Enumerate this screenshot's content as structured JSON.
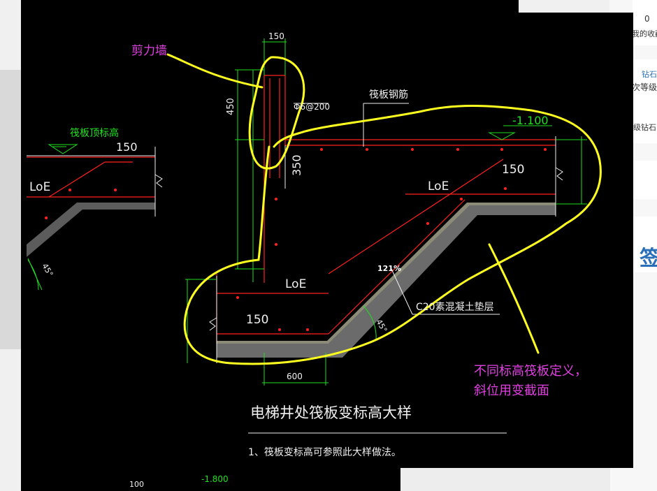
{
  "annotations": {
    "shear_wall": "剪力墙",
    "note_line1": "不同标高筏板定义，",
    "note_line2": "斜位用变截面"
  },
  "drawing": {
    "title": "电梯井处筏板变标高大样",
    "note": "1、筏板变标高可参照此大样做法。",
    "raft_rebar": "筏板钢筋",
    "raft_top_elev": "筏板顶标高",
    "elev_top": "-1.100",
    "elev_bottom": "-1.800",
    "concrete_cushion": "C20素混凝土垫层",
    "rebar_spec": "Φ6@200",
    "percent": "121%",
    "dims": {
      "d150_top": "150",
      "d450": "450",
      "d350": "350",
      "d150_right": "150",
      "d150_left": "150",
      "d150_bottom": "150",
      "d600": "600",
      "d100": "100"
    },
    "loe": "LoE",
    "angle": "45°"
  },
  "side_panel": {
    "count": "0",
    "fav": "我的收藏",
    "level1": "钻石",
    "level2": "次等级",
    "level3": "级钻石",
    "sign": "签"
  },
  "colors": {
    "cad_bg": "#000000",
    "red": "#ff2020",
    "green": "#20e020",
    "white": "#f0f0f0",
    "yellow_mark": "#ffff20",
    "magenta_note": "#e040e0"
  }
}
